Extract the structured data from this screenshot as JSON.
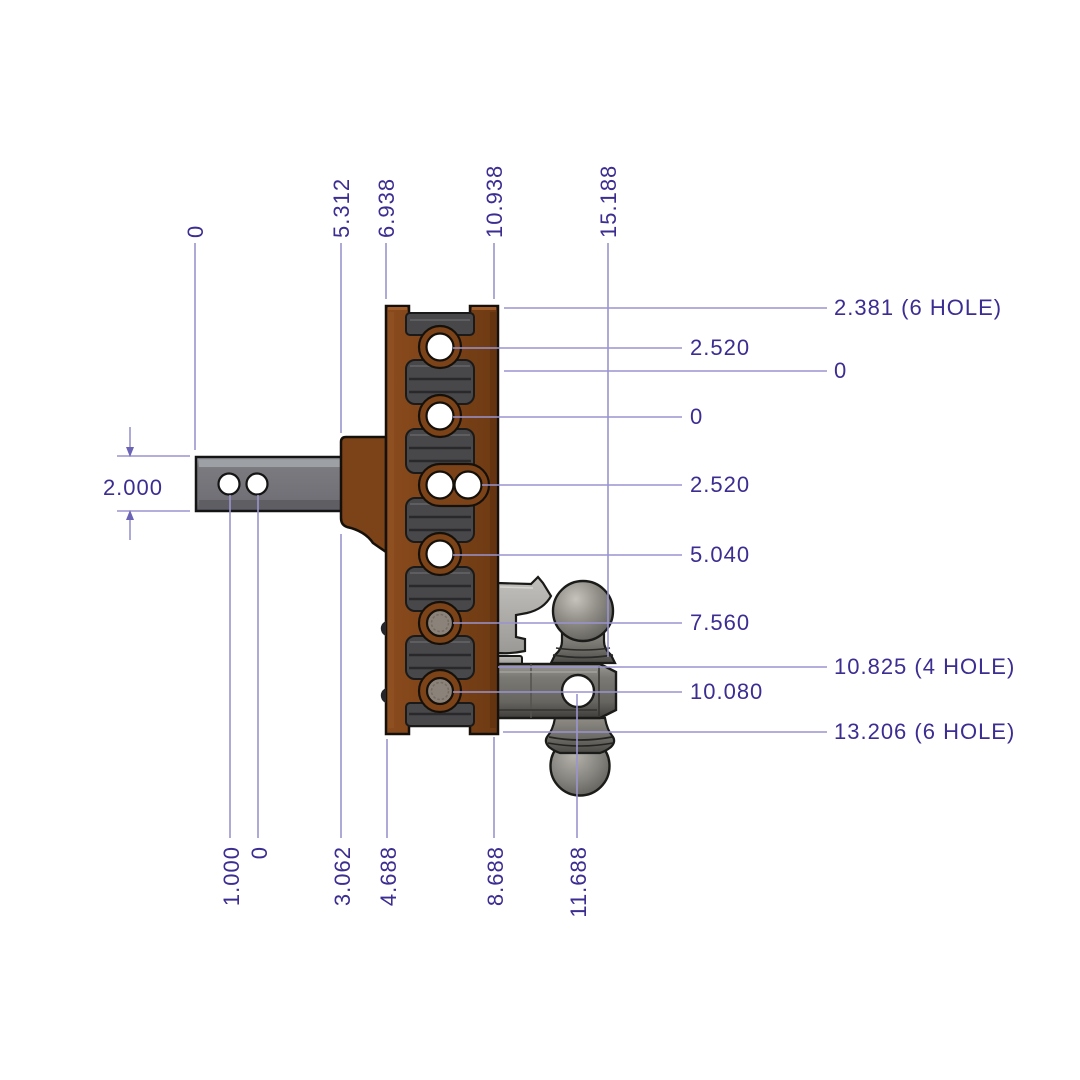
{
  "colors": {
    "background": "#ffffff",
    "dimension_line": "#9a94cf",
    "dimension_text": "#3b2d91",
    "channel_brown": "#7c4318",
    "teeth_gray": "#48484b",
    "shank_gray": "#76757a",
    "ball_gray": "#8a8781",
    "outline": "#16100a"
  },
  "dims": {
    "left": {
      "label": "2.000"
    },
    "top": {
      "labels": [
        "0",
        "5.312",
        "6.938",
        "10.938",
        "15.188"
      ]
    },
    "bottom": {
      "labels": [
        "1.000",
        "0",
        "3.062",
        "4.688",
        "8.688",
        "11.688"
      ]
    },
    "right": {
      "labels": [
        "2.381 (6 HOLE)",
        "2.520",
        "0",
        "0",
        "2.520",
        "5.040",
        "7.560",
        "10.825 (4 HOLE)",
        "10.080",
        "13.206 (6 HOLE)"
      ]
    }
  }
}
